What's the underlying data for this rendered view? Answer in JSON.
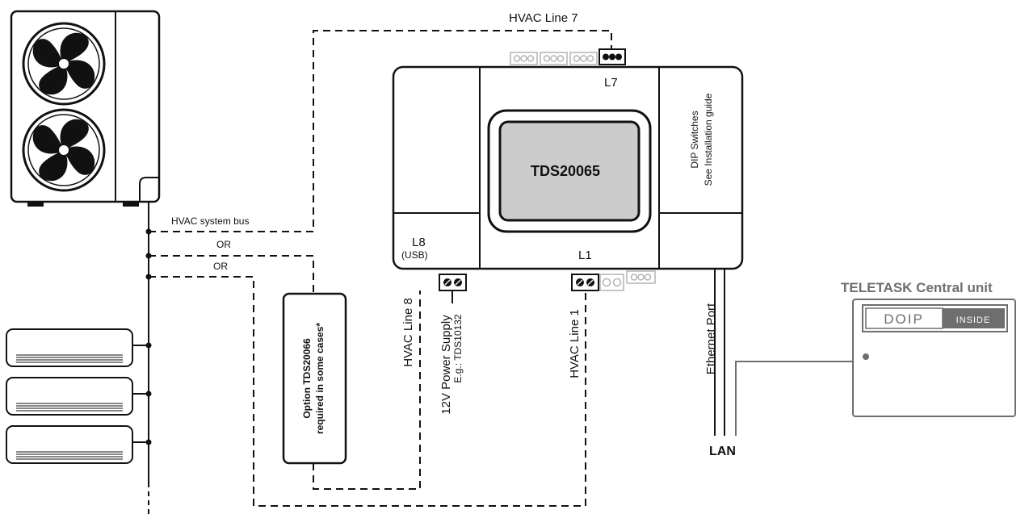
{
  "device": {
    "name": "TDS20065",
    "port_l7": "L7",
    "port_l1": "L1",
    "port_l8": "L8",
    "port_l8_sub": "(USB)",
    "dip_line1": "DIP Switches",
    "dip_line2": "See Installation guide"
  },
  "lines": {
    "hvac_line_7": "HVAC Line 7",
    "hvac_system_bus": "HVAC system bus",
    "or_1": "OR",
    "or_2": "OR",
    "hvac_line_8": "HVAC Line 8",
    "power_supply": "12V Power Supply",
    "power_supply_example": "E.g.: TDS10132",
    "hvac_line_1": "HVAC Line 1",
    "ethernet_port": "Ethernet Port",
    "lan": "LAN"
  },
  "option": {
    "line1": "Option TDS20066",
    "line2": "required in some cases*"
  },
  "central_unit": {
    "title": "TELETASK Central unit",
    "doip": "DOIP",
    "inside": "INSIDE"
  },
  "colors": {
    "line": "#111111",
    "inactive_connector": "#b3b3b3",
    "central_unit": "#6e6e6e"
  },
  "icons": {
    "outdoor_unit": "hvac-outdoor-unit-icon",
    "indoor_unit": "hvac-indoor-unit-icon",
    "fan": "fan-icon",
    "connector": "terminal-connector-icon"
  }
}
